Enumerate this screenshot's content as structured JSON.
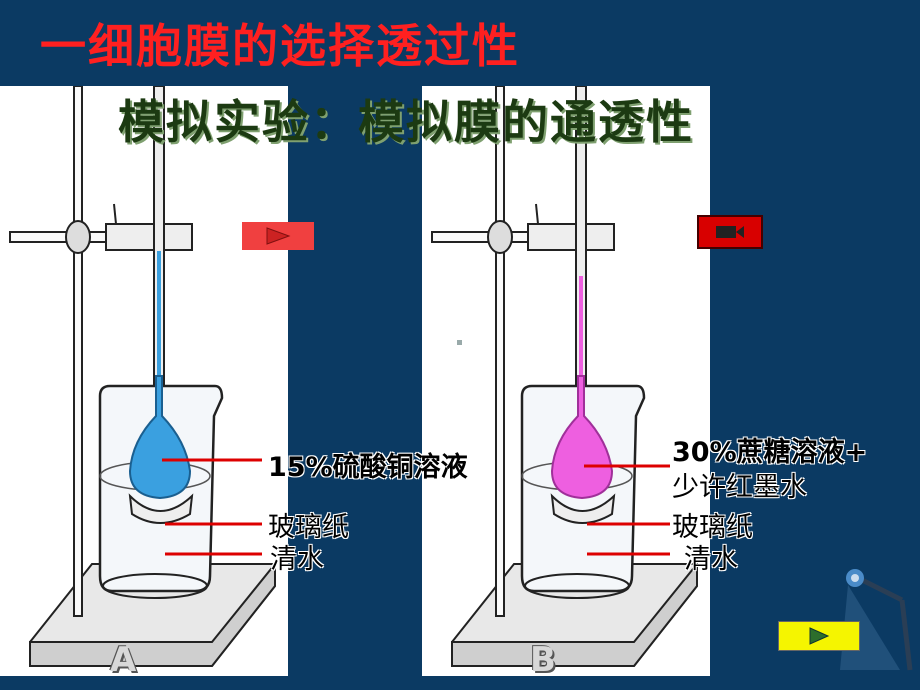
{
  "title": "一细胞膜的选择透过性",
  "subtitle": "模拟实验：模拟膜的通透性",
  "panel_a": {
    "letter": "A",
    "solution_label": "15%硫酸铜溶液",
    "membrane_label": "玻璃纸",
    "water_label": "清水",
    "liquid_color": "#3aa0e0"
  },
  "panel_b": {
    "letter": "B",
    "solution_label_line1": "30%蔗糖溶液+",
    "solution_label_line2": "少许红墨水",
    "membrane_label": "玻璃纸",
    "water_label": "清水",
    "liquid_color": "#ee5fe0"
  },
  "buttons": {
    "play": "play-icon",
    "film": "film-camera-icon",
    "next": "next-arrow-icon"
  },
  "colors": {
    "background": "#0b3a63",
    "title": "#ff2020",
    "pointer_line": "#dd0000"
  }
}
